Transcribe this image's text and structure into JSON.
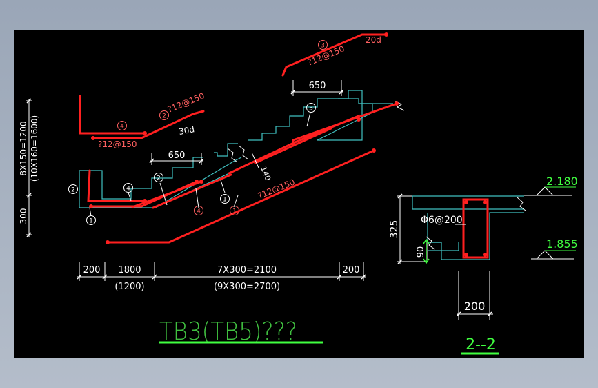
{
  "colors": {
    "background": "#000000",
    "rebar": "#ff2020",
    "outline": "#40c0c0",
    "dimension": "#ffffff",
    "elevation": "#40ff40",
    "title": "#40ff40",
    "bar_marker": "#ff6060"
  },
  "stair": {
    "height_dims": {
      "primary": "8X150=1200",
      "secondary": "(10X160=1600)",
      "bottom": "300"
    },
    "base_dims": {
      "left": "200",
      "landing": "1800",
      "landing_alt": "(1200)",
      "run": "7X300=2100",
      "run_alt": "(9X300=2700)",
      "right": "200"
    },
    "top_landing_dim": "650",
    "mid_landing_dim": "650",
    "slab_thickness": "140",
    "bar_marks": [
      "1",
      "2",
      "3",
      "4"
    ],
    "bar_labels": {
      "bar3_spec": "?12@150",
      "bar3_hook": "20d",
      "bar2_spec": "?12@150",
      "bar4_spec": "?12@150",
      "hook_30d": "30d",
      "main_spec": "?12@150"
    }
  },
  "section": {
    "title": "2--2",
    "elev_top": "2.180",
    "elev_bottom": "1.855",
    "height": "325",
    "ledge": "90",
    "stirrup": "Φ6@200",
    "width": "200"
  },
  "drawing_title": "TB3(TB5)???"
}
